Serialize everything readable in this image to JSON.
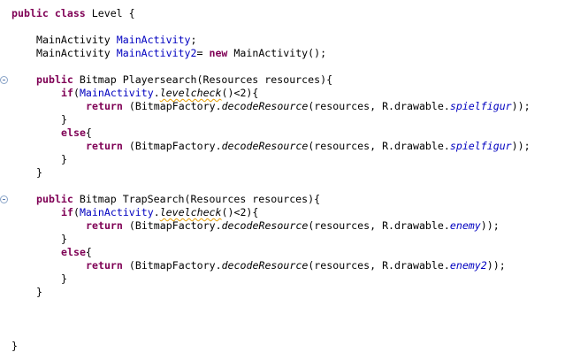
{
  "code_lines": [
    [
      {
        "t": "public",
        "s": "kw"
      },
      {
        "t": " "
      },
      {
        "t": "class",
        "s": "kw"
      },
      {
        "t": " Level {"
      }
    ],
    [],
    [
      {
        "t": "MainActivity "
      },
      {
        "t": "MainActivity",
        "s": "fld"
      },
      {
        "t": ";"
      }
    ],
    [
      {
        "t": "MainActivity "
      },
      {
        "t": "MainActivity2",
        "s": "fld"
      },
      {
        "t": "= "
      },
      {
        "t": "new",
        "s": "kw"
      },
      {
        "t": " MainActivity();"
      }
    ],
    [],
    [
      {
        "t": "public",
        "s": "kw"
      },
      {
        "t": " Bitmap Playersearch(Resources resources){"
      }
    ],
    [
      {
        "t": "if",
        "s": "kw"
      },
      {
        "t": "("
      },
      {
        "t": "MainActivity",
        "s": "fld"
      },
      {
        "t": "."
      },
      {
        "t": "levelcheck",
        "s": "st warn"
      },
      {
        "t": "()<2){"
      }
    ],
    [
      {
        "t": "return",
        "s": "kw"
      },
      {
        "t": " (BitmapFactory."
      },
      {
        "t": "decodeResource",
        "s": "st"
      },
      {
        "t": "(resources, R.drawable."
      },
      {
        "t": "spielfigur",
        "s": "fld st"
      },
      {
        "t": "));"
      }
    ],
    [
      {
        "t": "}"
      }
    ],
    [
      {
        "t": "else",
        "s": "kw"
      },
      {
        "t": "{"
      }
    ],
    [
      {
        "t": "return",
        "s": "kw"
      },
      {
        "t": " (BitmapFactory."
      },
      {
        "t": "decodeResource",
        "s": "st"
      },
      {
        "t": "(resources, R.drawable."
      },
      {
        "t": "spielfigur",
        "s": "fld st"
      },
      {
        "t": "));"
      }
    ],
    [
      {
        "t": "}"
      }
    ],
    [
      {
        "t": "}"
      }
    ],
    [],
    [
      {
        "t": "public",
        "s": "kw"
      },
      {
        "t": " Bitmap TrapSearch(Resources resources){"
      }
    ],
    [
      {
        "t": "if",
        "s": "kw"
      },
      {
        "t": "("
      },
      {
        "t": "MainActivity",
        "s": "fld"
      },
      {
        "t": "."
      },
      {
        "t": "levelcheck",
        "s": "st warn"
      },
      {
        "t": "()<2){"
      }
    ],
    [
      {
        "t": "return",
        "s": "kw"
      },
      {
        "t": " (BitmapFactory."
      },
      {
        "t": "decodeResource",
        "s": "st"
      },
      {
        "t": "(resources, R.drawable."
      },
      {
        "t": "enemy",
        "s": "fld st"
      },
      {
        "t": "));"
      }
    ],
    [
      {
        "t": "}"
      }
    ],
    [
      {
        "t": "else",
        "s": "kw"
      },
      {
        "t": "{"
      }
    ],
    [
      {
        "t": "return",
        "s": "kw"
      },
      {
        "t": " (BitmapFactory."
      },
      {
        "t": "decodeResource",
        "s": "st"
      },
      {
        "t": "(resources, R.drawable."
      },
      {
        "t": "enemy2",
        "s": "fld st"
      },
      {
        "t": "));"
      }
    ],
    [
      {
        "t": "}"
      }
    ],
    [
      {
        "t": "}"
      }
    ],
    [],
    [],
    [],
    [
      {
        "t": "}"
      }
    ]
  ],
  "colors": {
    "keyword": "#7f0055",
    "field": "#0000c0",
    "text": "#000000",
    "warning_underline": "#e8a000",
    "fold_marker": "#8aa4c8"
  },
  "icons": {
    "fold_marker": "collapse-icon"
  }
}
